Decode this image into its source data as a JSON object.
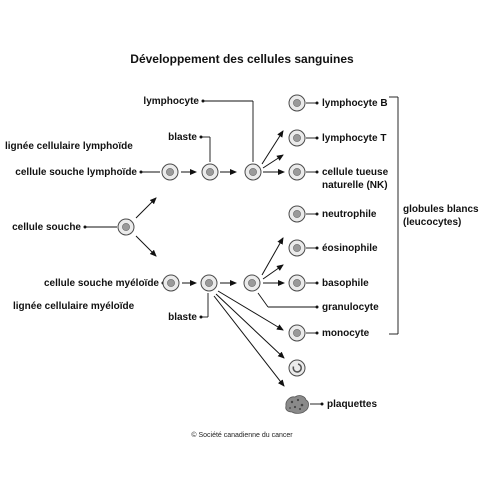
{
  "title": "Développement des cellules sanguines",
  "labels": {
    "lymphocyte": "lymphocyte",
    "blaste_top": "blaste",
    "lignee_lymphoide": "lignée cellulaire lymphoïde",
    "cellule_souche_lymphoide": "cellule souche lymphoïde",
    "cellule_souche": "cellule souche",
    "cellule_souche_myeloide": "cellule souche myéloïde",
    "lignee_myeloide": "lignée cellulaire myéloïde",
    "blaste_bottom": "blaste",
    "lymphocyte_b": "lymphocyte B",
    "lymphocyte_t": "lymphocyte T",
    "nk_line1": "cellule tueuse",
    "nk_line2": "naturelle (NK)",
    "neutrophile": "neutrophile",
    "eosinophile": "éosinophile",
    "basophile": "basophile",
    "granulocyte": "granulocyte",
    "monocyte": "monocyte",
    "plaquettes": "plaquettes",
    "globules_line1": "globules blancs",
    "globules_line2": "(leucocytes)"
  },
  "copyright": "© Société canadienne du cancer"
}
